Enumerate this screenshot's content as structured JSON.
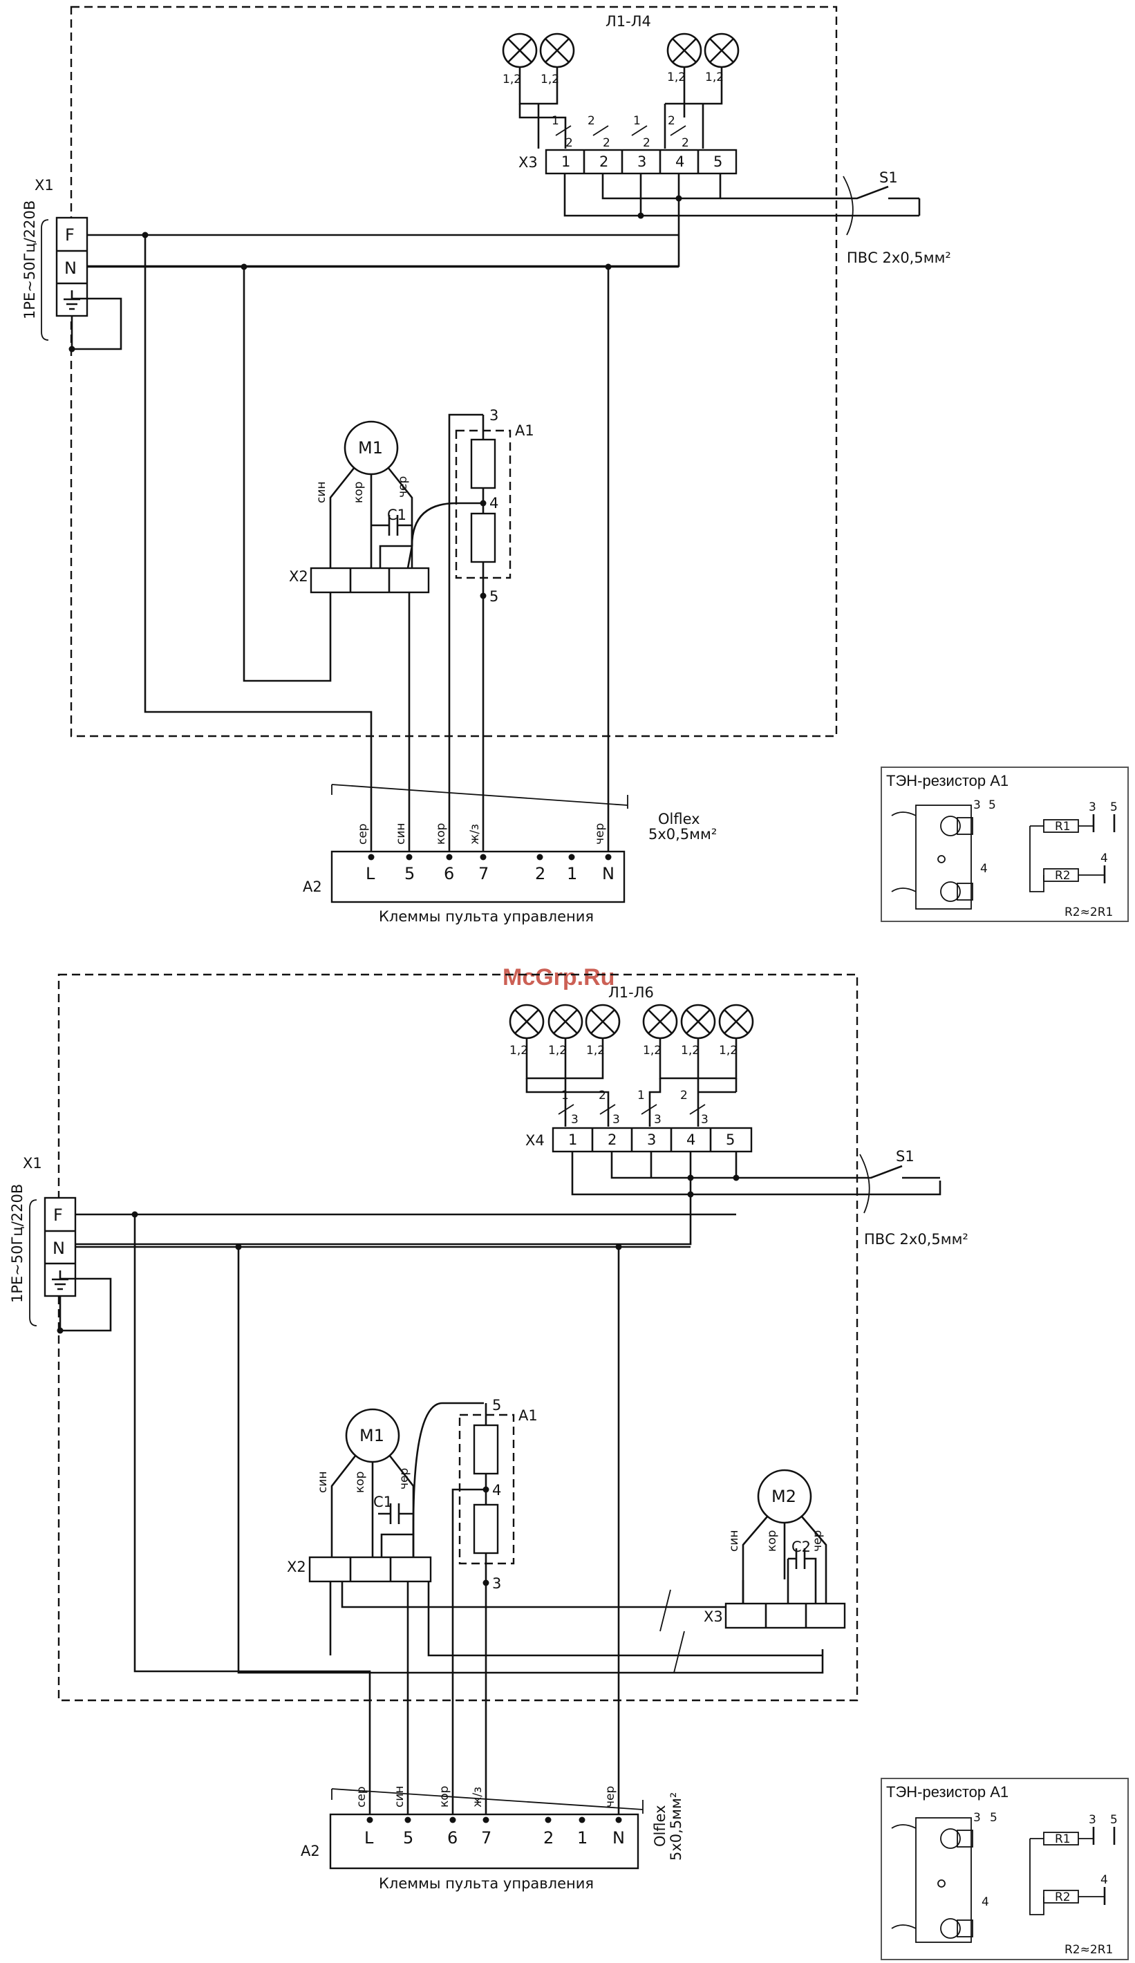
{
  "watermark": "McGrp.Ru",
  "d1": {
    "lamps_label": "Л1-Л4",
    "lamp_rating": "1,2",
    "x3_label": "X3",
    "x3_terminals": [
      "1",
      "2",
      "3",
      "4",
      "5"
    ],
    "wire_nums": [
      "1",
      "2",
      "2",
      "2",
      "1",
      "2",
      "2",
      "2"
    ],
    "s1_label": "S1",
    "cable_top": "ПВС 2х0,5мм²",
    "x1_label": "X1",
    "supply": "1PE~50Гц/220В",
    "f": "F",
    "n": "N",
    "m1": "M1",
    "c1": "C1",
    "x2": "X2",
    "a1": "A1",
    "a1_n3": "3",
    "a1_n4": "4",
    "a1_n5": "5",
    "wire_sin": "син",
    "wire_kor": "кор",
    "wire_cher": "чер",
    "wire_ser": "сер",
    "wire_zhz": "ж/з",
    "olflex": "Olflex",
    "olflex_size": "5х0,5мм²",
    "a2": "A2",
    "a2_terms": [
      "L",
      "5",
      "6",
      "7",
      "2",
      "1",
      "N"
    ],
    "panel": "Клеммы пульта управления"
  },
  "inset": {
    "title": "ТЭН-резистор А1",
    "n3": "3",
    "n5": "5",
    "n4": "4",
    "r1": "R1",
    "r2": "R2",
    "rel": "R2≈2R1"
  },
  "d2": {
    "lamps_label": "Л1-Л6",
    "lamp_rating": "1,2",
    "x4_label": "X4",
    "x4_terminals": [
      "1",
      "2",
      "3",
      "4",
      "5"
    ],
    "wire_nums": [
      "1",
      "3",
      "2",
      "3",
      "1",
      "3",
      "2",
      "3"
    ],
    "s1_label": "S1",
    "cable_top": "ПВС 2х0,5мм²",
    "x1_label": "X1",
    "supply": "1PE~50Гц/220В",
    "f": "F",
    "n": "N",
    "m1": "M1",
    "c1": "C1",
    "x2": "X2",
    "m2": "M2",
    "c2": "C2",
    "x3": "X3",
    "a1": "A1",
    "a1_n5": "5",
    "a1_n4": "4",
    "a1_n3": "3",
    "wire_sin": "син",
    "wire_kor": "кор",
    "wire_cher": "чер",
    "wire_ser": "сер",
    "wire_zhz": "ж/з",
    "olflex": "Olflex",
    "olflex_size": "5х0,5мм²",
    "a2": "A2",
    "a2_terms": [
      "L",
      "5",
      "6",
      "7",
      "2",
      "1",
      "N"
    ],
    "panel": "Клеммы пульта управления"
  }
}
